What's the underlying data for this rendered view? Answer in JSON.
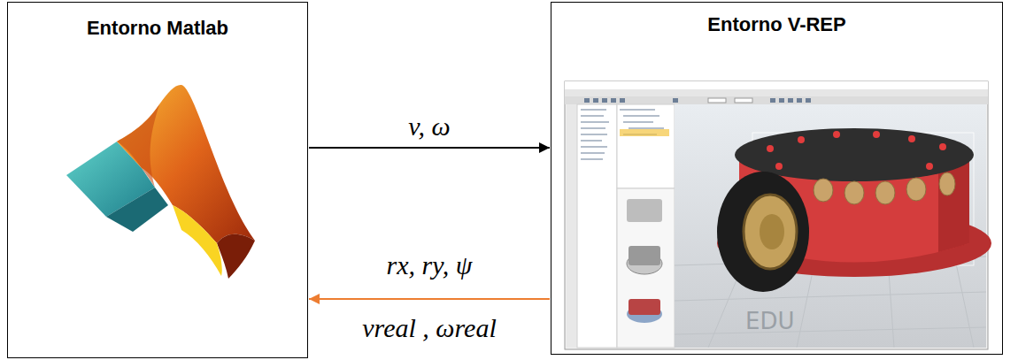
{
  "diagram": {
    "nodes": [
      {
        "text": [
          "Entorno Matlab"
        ]
      },
      {
        "text": [
          "Entorno V-REP"
        ]
      }
    ],
    "edges": [
      {
        "from": 0,
        "to": 1,
        "arrow": "to",
        "label": "v, ω"
      },
      {
        "from": 1,
        "to": 0,
        "arrow": "to",
        "label": "rx, ry, ψ"
      }
    ],
    "labels": [
      "vreal , ωreal",
      "EDU"
    ]
  }
}
